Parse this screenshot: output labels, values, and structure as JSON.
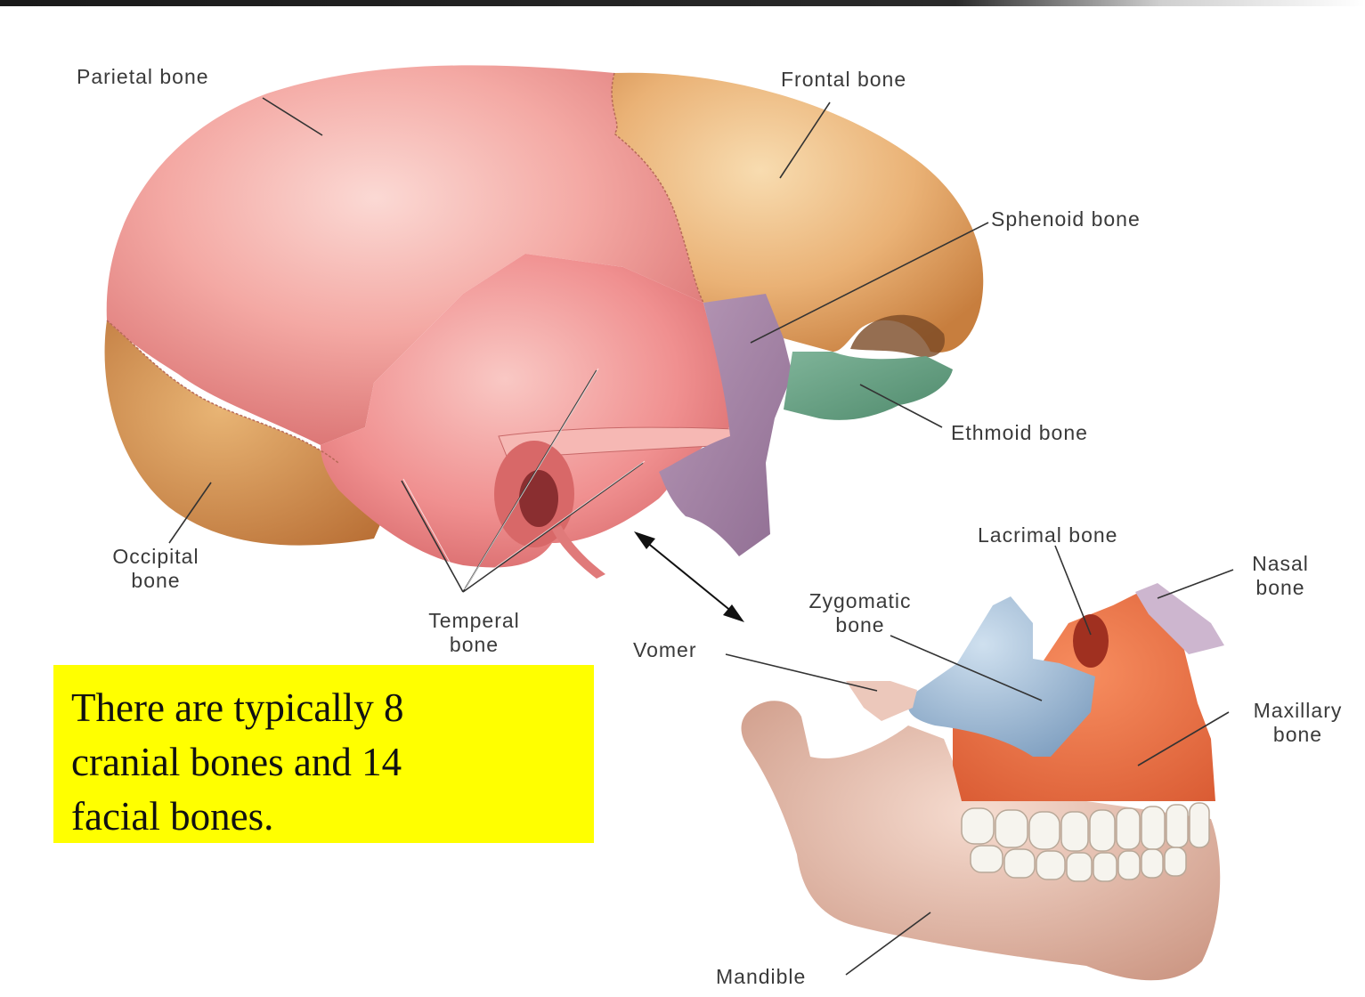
{
  "labels": {
    "parietal": "Parietal bone",
    "frontal": "Frontal bone",
    "sphenoid": "Sphenoid bone",
    "ethmoid": "Ethmoid bone",
    "occipital_1": "Occipital",
    "occipital_2": "bone",
    "temporal_1": "Temperal",
    "temporal_2": "bone",
    "lacrimal": "Lacrimal bone",
    "nasal_1": "Nasal",
    "nasal_2": "bone",
    "zygomatic_1": "Zygomatic",
    "zygomatic_2": "bone",
    "vomer": "Vomer",
    "maxillary_1": "Maxillary",
    "maxillary_2": "bone",
    "mandible": "Mandible"
  },
  "note": {
    "text": "There are typically 8 cranial bones and 14 facial bones.",
    "background": "#ffff00"
  },
  "colors": {
    "parietal": "#f0a0a0",
    "frontal": "#eec08a",
    "occipital": "#e0a460",
    "temporal": "#f08a8a",
    "sphenoid": "#a58aa8",
    "ethmoid": "#6fa088",
    "zygomatic": "#a8c4dc",
    "maxillary": "#f07850",
    "nasal": "#c8b4c8",
    "mandible": "#e8bfb0",
    "teeth": "#f4f4f0"
  }
}
